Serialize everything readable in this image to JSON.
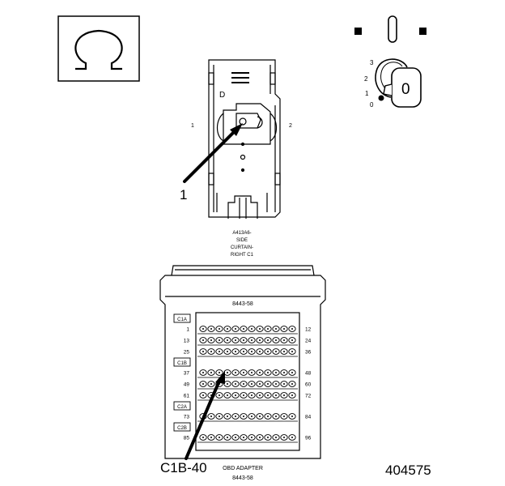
{
  "ohm_symbol": {
    "glyph": "Ω",
    "icon": "ohm-meter-icon"
  },
  "ignition": {
    "icon": "ignition-key-icon",
    "positions": [
      "3",
      "2",
      "1",
      "0"
    ],
    "key_label": "0"
  },
  "connector": {
    "side_left": "1",
    "side_right": "2",
    "callout_number": "1",
    "caption": [
      "A413A6-",
      "SIDE",
      "CURTAIN-",
      "RIGHT C1"
    ]
  },
  "breakout_box": {
    "part_number": "8443-58",
    "group_labels": [
      "C1A",
      "C1B",
      "C2A",
      "C2B"
    ],
    "left_pin_numbers": [
      "1",
      "13",
      "25",
      "37",
      "49",
      "61",
      "73",
      "85"
    ],
    "right_pin_numbers": [
      "12",
      "24",
      "36",
      "48",
      "60",
      "72",
      "84",
      "96"
    ],
    "callout_pin": "C1B-40",
    "adapter_caption": [
      "OBD ADAPTER",
      "8443-58"
    ]
  },
  "figure_number": "404575",
  "colors": {
    "line": "#000000",
    "background": "#ffffff"
  }
}
